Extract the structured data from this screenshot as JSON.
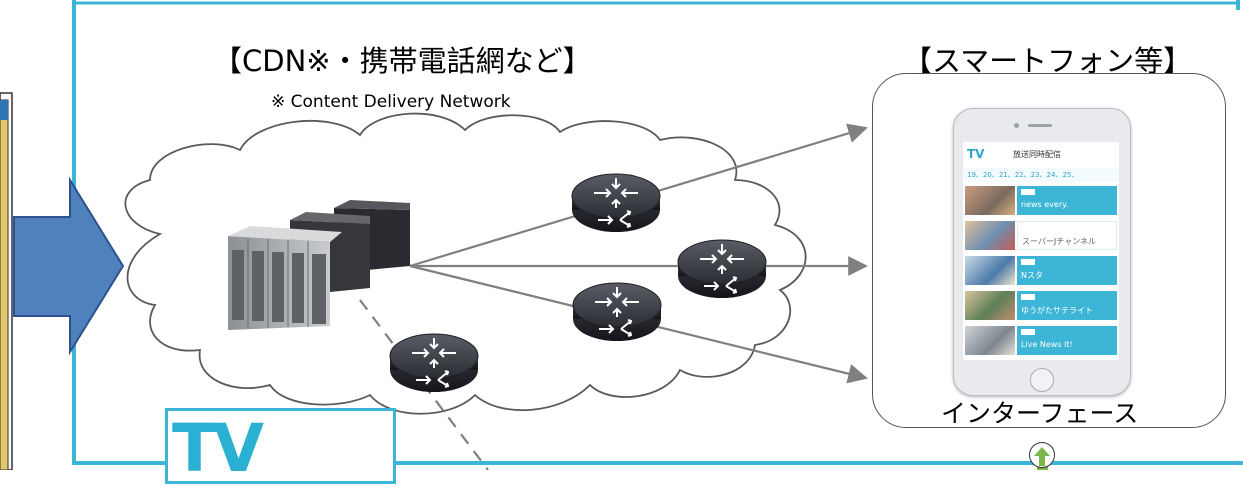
{
  "cdn_section": {
    "title": "【CDN※・携帯電話網など】",
    "note": "※ Content Delivery Network"
  },
  "device_section": {
    "title": "【スマートフォン等】",
    "interface_label": "インターフェース"
  },
  "phone_app": {
    "logo": "TV",
    "header": "放送同時配信",
    "dates": "19、20、21、22、23、24、25、",
    "programs": [
      "news every.",
      "スーパーJチャンネル",
      "Nスタ",
      "ゆうがたサテライト",
      "Live News it!"
    ]
  },
  "bottom_logo": "TV",
  "colors": {
    "frame": "#3cb5d6",
    "arrow_fill": "#4f81bd",
    "arrow_stroke": "#2f528f",
    "connector_line": "#7f7f7f",
    "connector_green": "#7ab648"
  },
  "icons": [
    "server-rack-icon",
    "router-icon",
    "smartphone-icon",
    "cloud-shape",
    "block-arrow-icon"
  ]
}
